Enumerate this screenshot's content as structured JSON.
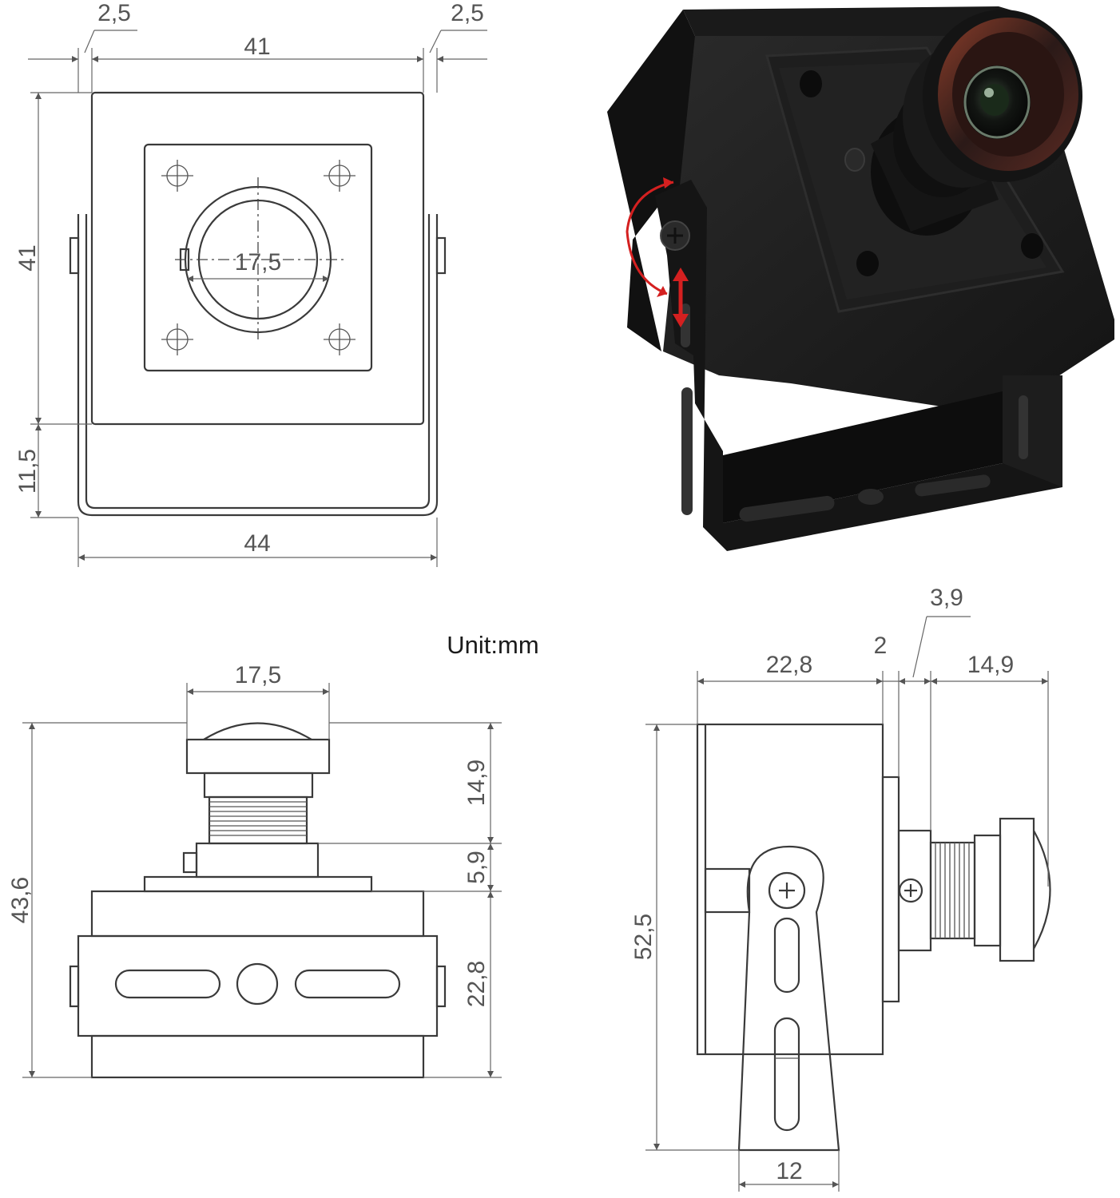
{
  "unit_label": "Unit:mm",
  "front_view": {
    "dims": {
      "top_left_gap": "2,5",
      "top_width": "41",
      "top_right_gap": "2,5",
      "body_height": "41",
      "bracket_height": "11,5",
      "bottom_width": "44",
      "lens_diameter": "17,5"
    }
  },
  "bottom_view": {
    "dims": {
      "lens_width": "17,5",
      "total_height": "43,6",
      "lens_height": "14,9",
      "mount_height": "5,9",
      "body_depth": "22,8"
    }
  },
  "side_view": {
    "dims": {
      "body_depth": "22,8",
      "gap_a": "2",
      "gap_b": "3,9",
      "lens_length": "14,9",
      "total_height": "52,5",
      "bracket_width": "12"
    }
  },
  "photo": {
    "rotate_arrow_color": "#d42020",
    "body_color": "#1c1c1c"
  }
}
